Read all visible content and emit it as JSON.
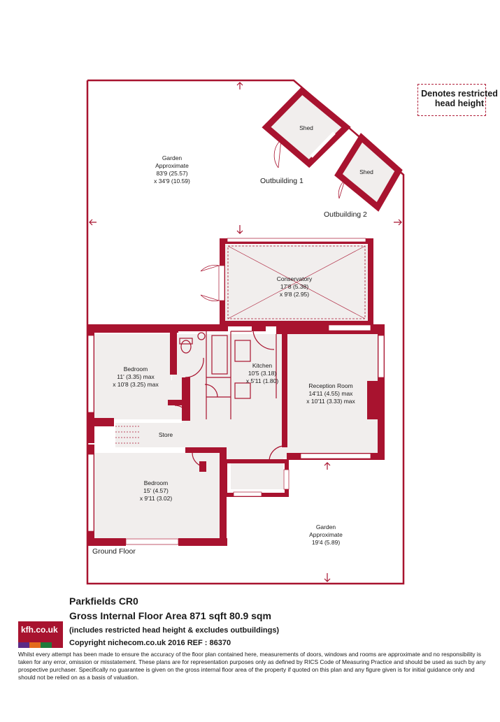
{
  "legend": {
    "text": "Denotes restricted head height"
  },
  "rooms": {
    "garden_rear": {
      "name": "Garden",
      "l2": "Approximate",
      "l3": "83'9 (25.57)",
      "l4": "x 34'9 (10.59)"
    },
    "shed1": {
      "name": "Shed"
    },
    "shed2": {
      "name": "Shed"
    },
    "outbuilding1": {
      "name": "Outbuilding 1"
    },
    "outbuilding2": {
      "name": "Outbuilding 2"
    },
    "conservatory": {
      "name": "Conservatory",
      "l2": "17'8 (5.38)",
      "l3": "x 9'8 (2.95)"
    },
    "bedroom1": {
      "name": "Bedroom",
      "l2": "11' (3.35) max",
      "l3": "x 10'8 (3.25) max"
    },
    "kitchen": {
      "name": "Kitchen",
      "l2": "10'5 (3.18)",
      "l3": "x 5'11 (1.80)"
    },
    "reception": {
      "name": "Reception Room",
      "l2": "14'11 (4.55) max",
      "l3": "x 10'11 (3.33) max"
    },
    "store": {
      "name": "Store"
    },
    "bedroom2": {
      "name": "Bedroom",
      "l2": "15' (4.57)",
      "l3": "x 9'11 (3.02)"
    },
    "garden_front": {
      "name": "Garden",
      "l2": "Approximate",
      "l3": "19'4 (5.89)"
    },
    "floor": {
      "name": "Ground Floor"
    }
  },
  "footer": {
    "title": "Parkfields  CR0",
    "area": "Gross Internal Floor Area 871 sqft 80.9 sqm",
    "note": "(includes restricted head height & excludes outbuildings)",
    "copyright": "Copyright nichecom.co.uk 2016 REF : 86370",
    "logo": "kfh.co.uk",
    "disclaimer": "Whilst every attempt has been made to ensure the accuracy of the floor plan contained here, measurements of doors, windows and rooms are approximate and no responsibility is taken for any error, omission or misstatement.  These plans are for representation purposes only as defined by RICS Code of Measuring Practice and should be used as such by any prospective purchaser.  Specifically no guarantee is given on the gross internal floor area of the property if quoted on this plan and any figure given is for initial guidance only and should not be relied on as a basis of valuation."
  },
  "colors": {
    "wall": "#a8132f",
    "floor": "#f1eeed",
    "line": "#b0213b",
    "logo_strip": [
      "#5b2a86",
      "#e36b1d",
      "#1f7a3a",
      "#a8132f"
    ]
  }
}
